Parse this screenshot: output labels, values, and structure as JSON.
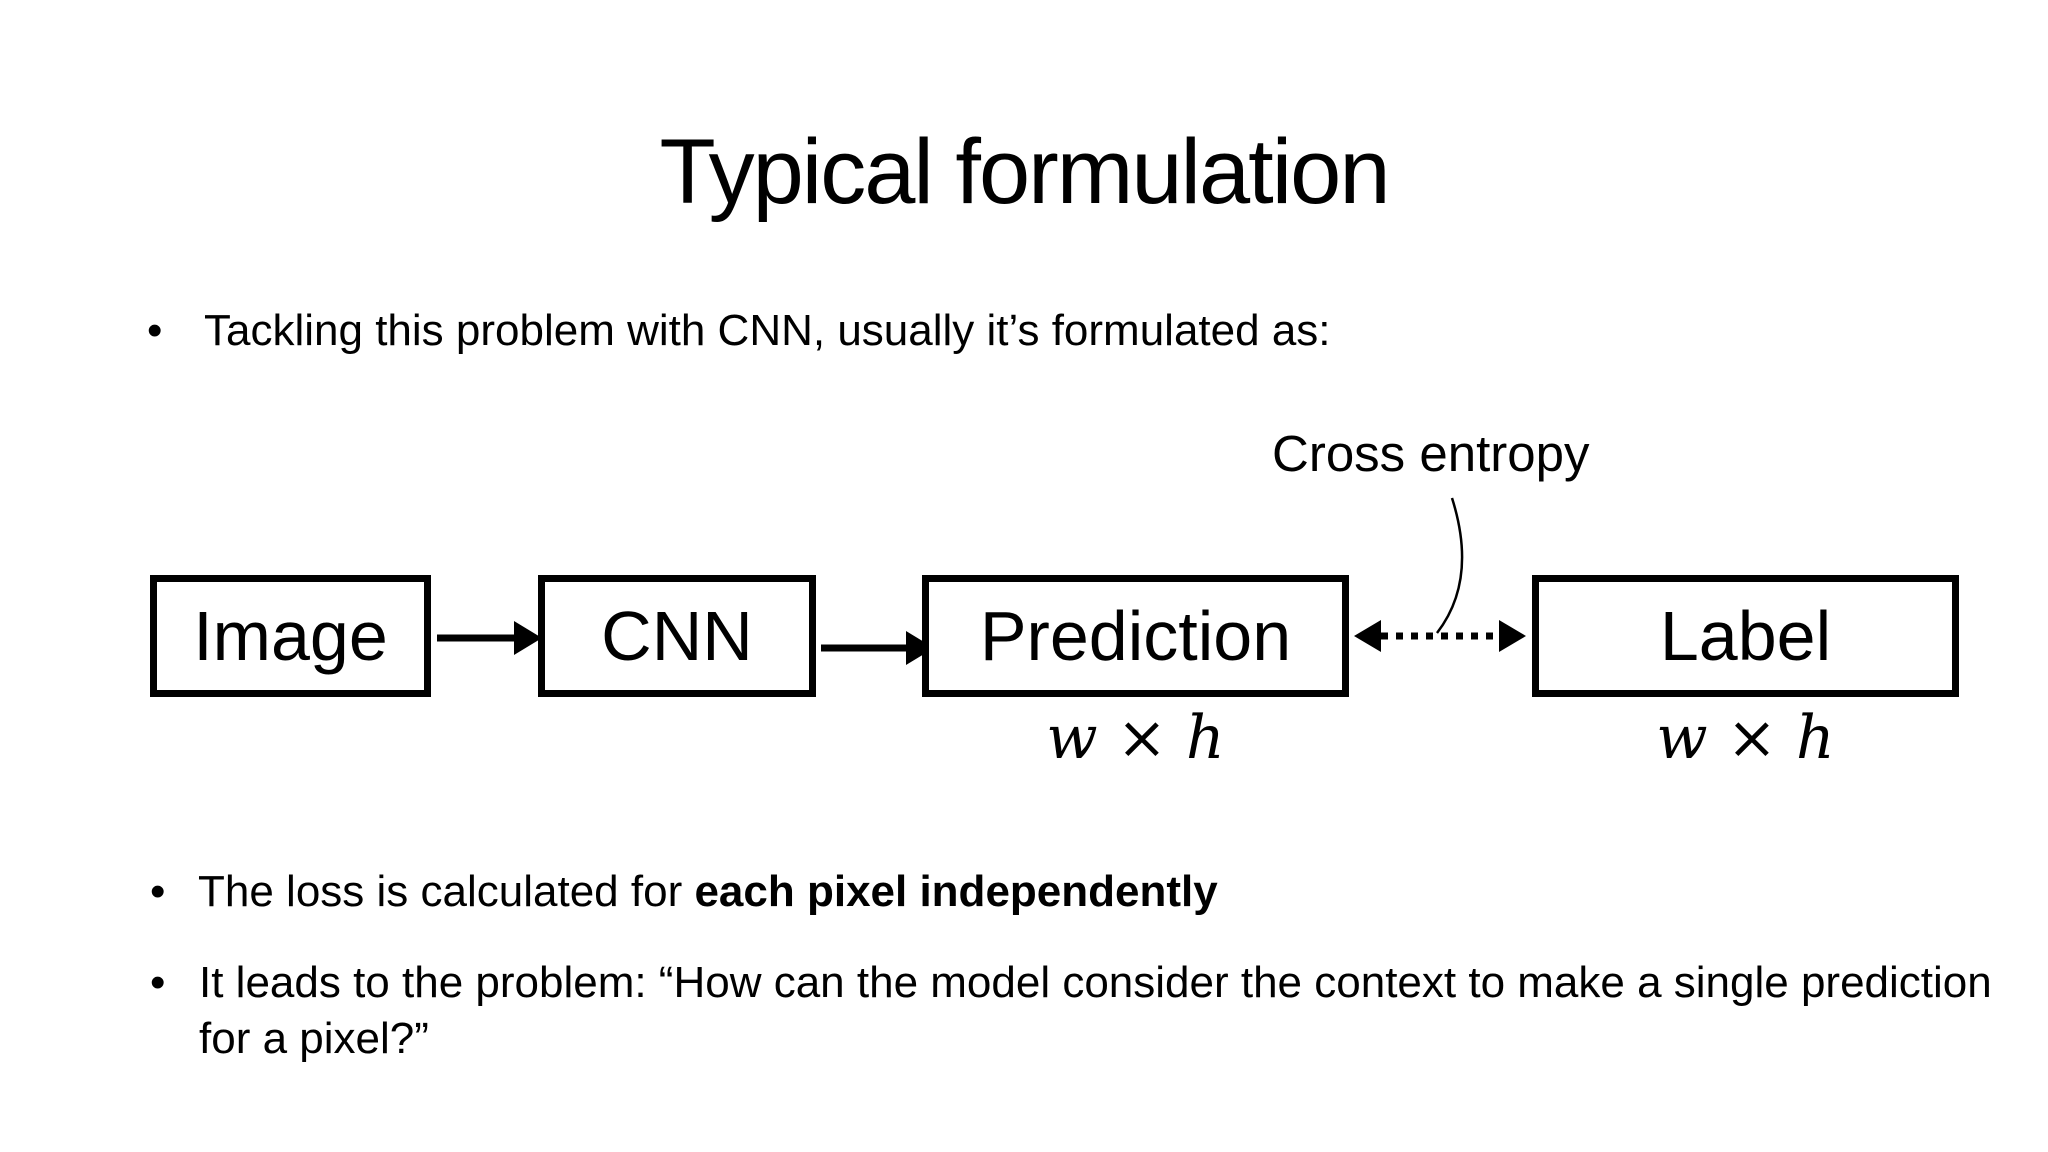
{
  "slide": {
    "title": "Typical formulation",
    "bullet_char": "•",
    "intro_bullet": "Tackling this problem with CNN, usually it’s formulated as:",
    "loss_bullet": {
      "prefix": "The loss is calculated for ",
      "emphasis": "each pixel independently"
    },
    "problem_bullet": "It leads to the problem: “How can the model consider the context to make a single prediction for a pixel?”"
  },
  "diagram": {
    "annotation_label": "Cross entropy",
    "nodes": [
      {
        "id": "image",
        "label": "Image"
      },
      {
        "id": "cnn",
        "label": "CNN"
      },
      {
        "id": "prediction",
        "label": "Prediction",
        "size_label": "w × h"
      },
      {
        "id": "label",
        "label": "Label",
        "size_label": "w × h"
      }
    ],
    "colors": {
      "background": "#ffffff",
      "text": "#000000",
      "box_border": "#000000",
      "arrow": "#000000"
    }
  }
}
